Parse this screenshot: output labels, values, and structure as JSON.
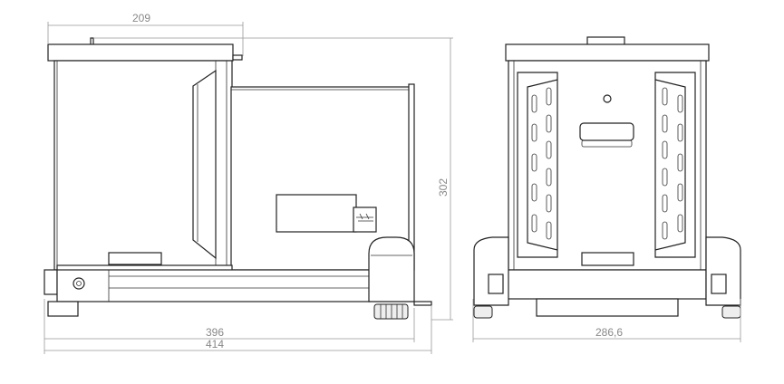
{
  "drawing": {
    "side_view": {
      "dimensions": {
        "chamber_depth": "209",
        "height": "302",
        "depth_body": "396",
        "depth_total": "414"
      }
    },
    "front_view": {
      "dimensions": {
        "width": "286,6"
      }
    }
  }
}
